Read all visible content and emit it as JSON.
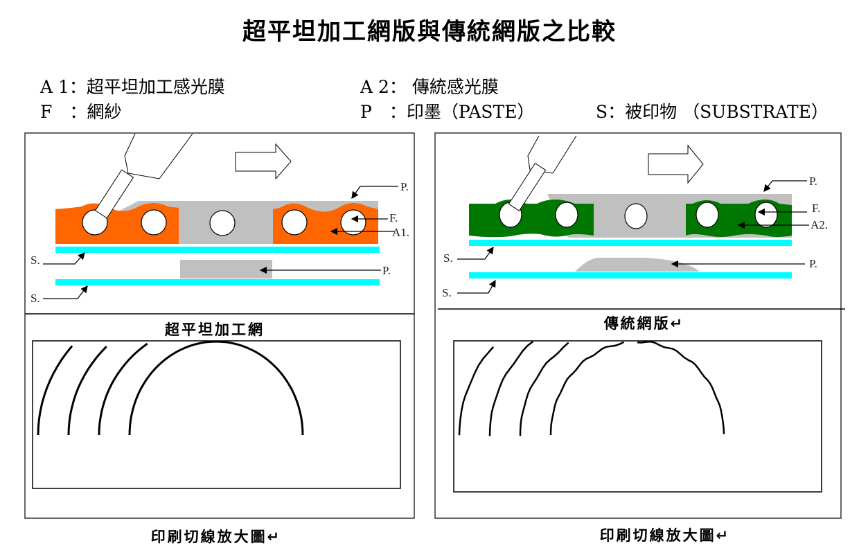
{
  "title": "超平坦加工網版與傳統網版之比較",
  "legend": {
    "a1": "A 1：超平坦加工感光膜",
    "a2": "A 2： 傳統感光膜",
    "f": "F　：網紗",
    "p": "P　：印墨（PASTE）",
    "s": "S：被印物 （SUBSTRATE）"
  },
  "left": {
    "caption": "超平坦加工網",
    "bottom_caption": "印刷切線放大圖↵",
    "labels": {
      "p1": "P.",
      "f": "F.",
      "a": "A1.",
      "s1": "S.",
      "p2": "P.",
      "s2": "S."
    }
  },
  "right": {
    "caption": "傳統網版↵",
    "bottom_caption": "印刷切線放大圖↵",
    "labels": {
      "p1": "P.",
      "f": "F.",
      "a": "A2.",
      "s1": "S.",
      "p2": "P.",
      "s2": "S."
    }
  },
  "colors": {
    "emulsion_a1": "#ff6600",
    "emulsion_a2": "#007700",
    "substrate": "#00ffff",
    "paste": "#c0c0c0"
  }
}
